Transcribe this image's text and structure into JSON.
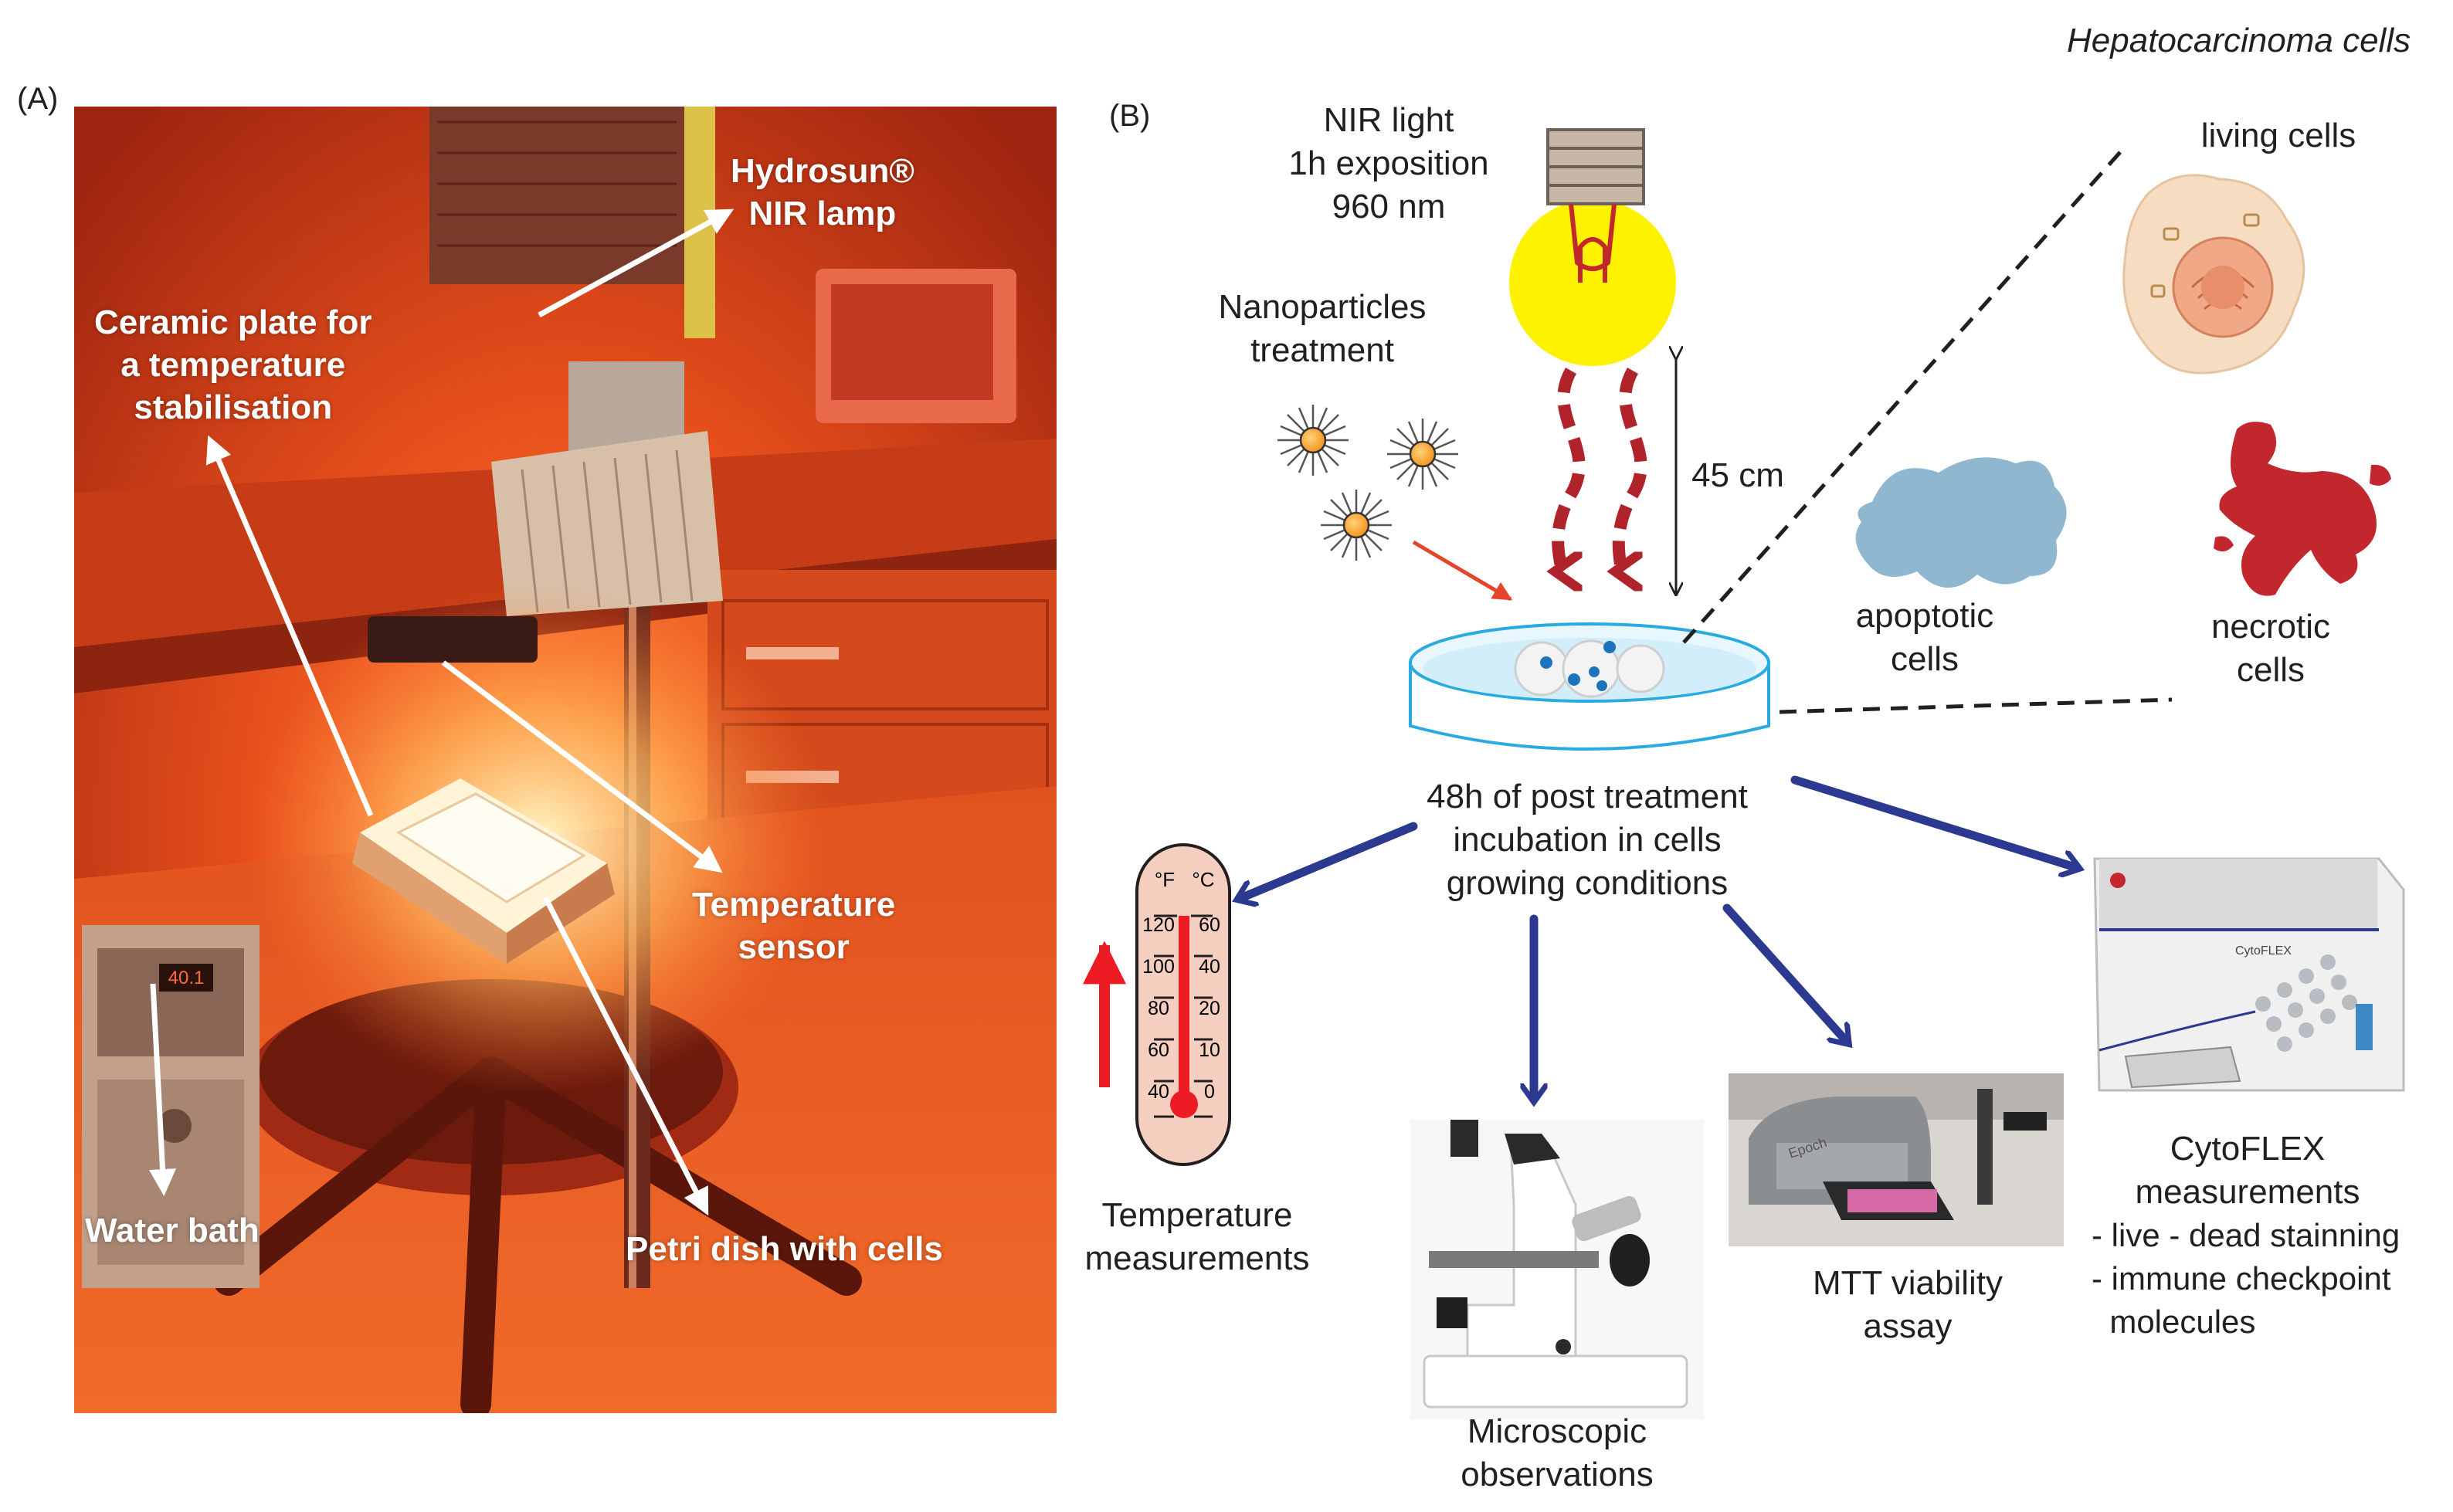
{
  "header": {
    "cell_line": "Hepatocarcinoma cells"
  },
  "panel_a": {
    "tag": "(A)",
    "labels": {
      "lamp": [
        "Hydrosun®",
        "NIR lamp"
      ],
      "ceramic": [
        "Ceramic plate for",
        "a temperature",
        "stabilisation"
      ],
      "sensor": [
        "Temperature",
        "sensor"
      ],
      "water_bath": "Water bath",
      "petri": "Petri dish with cells"
    },
    "bath_display": "40.1"
  },
  "panel_b": {
    "tag": "(B)",
    "nir": [
      "NIR light",
      "1h exposition",
      "960 nm"
    ],
    "nanoparticles": [
      "Nanoparticles",
      "treatment"
    ],
    "distance": "45 cm",
    "living": "living cells",
    "apoptotic": [
      "apoptotic",
      "cells"
    ],
    "necrotic": [
      "necrotic",
      "cells"
    ],
    "incubation": [
      "48h of post treatment",
      "incubation in cells",
      "growing conditions"
    ],
    "thermometer": {
      "unit_f": "°F",
      "unit_c": "°C",
      "f_ticks": [
        "120",
        "100",
        "80",
        "60",
        "40"
      ],
      "c_ticks": [
        "60",
        "40",
        "20",
        "10",
        "0"
      ]
    },
    "temperature": [
      "Temperature",
      "measurements"
    ],
    "microscope": [
      "Microscopic",
      "observations"
    ],
    "mtt": [
      "MTT viability",
      "assay"
    ],
    "cytoflex_brand": "CytoFLEX",
    "cytoflex": [
      "CytoFLEX",
      "measurements"
    ],
    "cytoflex_list": [
      "- live - dead stainning",
      "- immune checkpoint",
      "  molecules"
    ],
    "reader_brand": "Epoch"
  },
  "colors": {
    "arrow_blue": "#2b3990",
    "ray_red": "#b0232a",
    "bulb_yellow": "#fff200",
    "apoptotic": "#8fb7d0",
    "necrotic": "#c1272d",
    "dish": "#29abe2",
    "thermo_red": "#ed1c24"
  }
}
